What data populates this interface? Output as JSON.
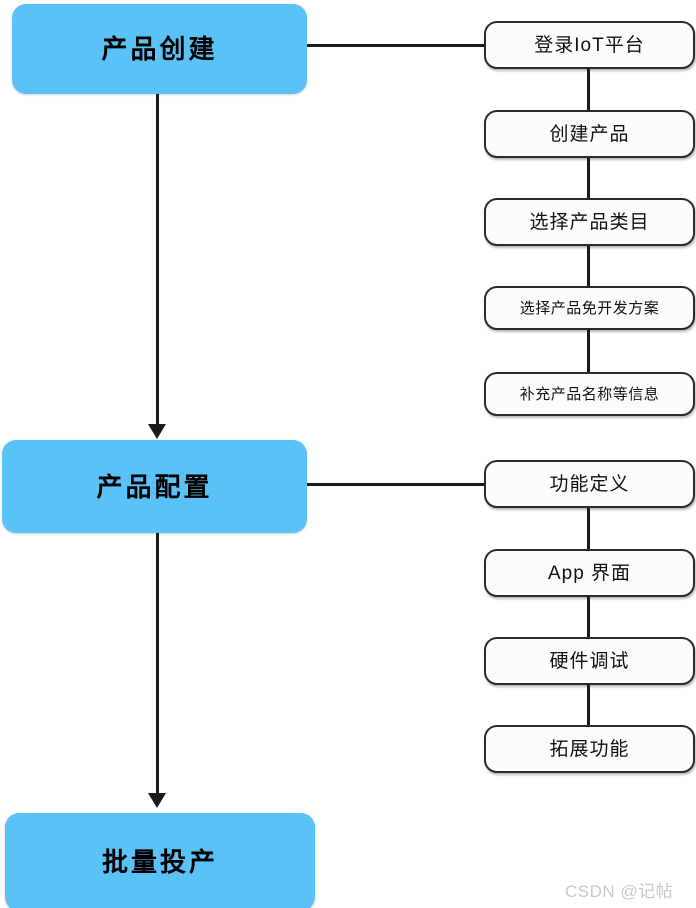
{
  "diagram": {
    "type": "flowchart",
    "orientation": "two-column",
    "background_color": "#ffffff",
    "stage_color": "#5bc2f8",
    "step_border_color": "#2b2b2b",
    "step_fill_color": "#fcfcfc",
    "connector_color": "#1b1b1b"
  },
  "stages": [
    {
      "id": "stage-1",
      "label": "产品创建"
    },
    {
      "id": "stage-2",
      "label": "产品配置"
    },
    {
      "id": "stage-3",
      "label": "批量投产"
    }
  ],
  "steps_group_1": [
    {
      "id": "step-1",
      "label": "登录IoT平台"
    },
    {
      "id": "step-2",
      "label": "创建产品"
    },
    {
      "id": "step-3",
      "label": "选择产品类目"
    },
    {
      "id": "step-4",
      "label": "选择产品免开发方案"
    },
    {
      "id": "step-5",
      "label": "补充产品名称等信息"
    }
  ],
  "steps_group_2": [
    {
      "id": "step-6",
      "label": "功能定义"
    },
    {
      "id": "step-7",
      "label": "App 界面"
    },
    {
      "id": "step-8",
      "label": "硬件调试"
    },
    {
      "id": "step-9",
      "label": "拓展功能"
    }
  ],
  "watermark": {
    "text": "CSDN @记帖"
  }
}
